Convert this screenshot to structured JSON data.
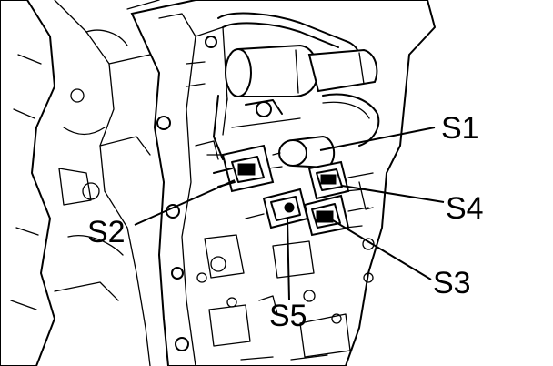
{
  "callouts": {
    "s1": "S1",
    "s2": "S2",
    "s3": "S3",
    "s4": "S4",
    "s5": "S5"
  },
  "colors": {
    "ink": "#000000",
    "background": "#ffffff"
  }
}
